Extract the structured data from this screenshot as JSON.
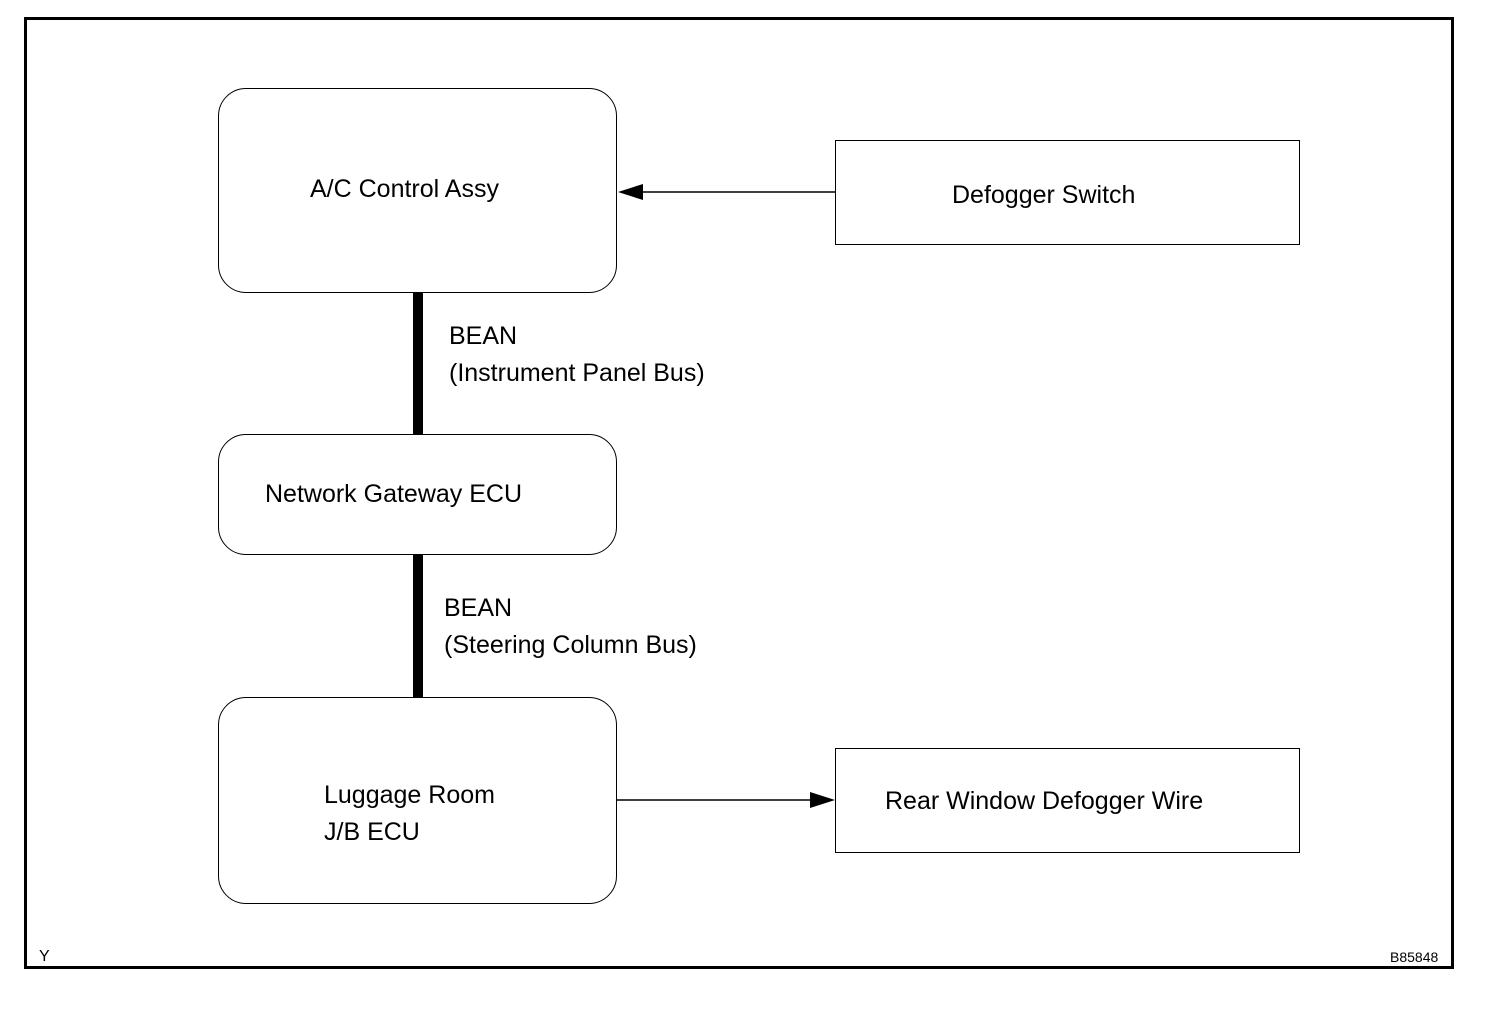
{
  "nodes": {
    "ac_control": {
      "label": "A/C Control Assy"
    },
    "defogger_switch": {
      "label": "Defogger Switch"
    },
    "gateway": {
      "label": "Network Gateway ECU"
    },
    "luggage_jb": {
      "line1": "Luggage Room",
      "line2": "J/B ECU"
    },
    "rear_wire": {
      "label": "Rear Window Defogger Wire"
    }
  },
  "buses": {
    "upper": {
      "line1": "BEAN",
      "line2": "(Instrument Panel Bus)"
    },
    "lower": {
      "line1": "BEAN",
      "line2": "(Steering Column Bus)"
    }
  },
  "edges": [
    {
      "from": "Defogger Switch",
      "to": "A/C Control Assy",
      "type": "signal"
    },
    {
      "from": "A/C Control Assy",
      "to": "Network Gateway ECU",
      "type": "bus",
      "label": "BEAN (Instrument Panel Bus)"
    },
    {
      "from": "Network Gateway ECU",
      "to": "Luggage Room J/B ECU",
      "type": "bus",
      "label": "BEAN (Steering Column Bus)"
    },
    {
      "from": "Luggage Room J/B ECU",
      "to": "Rear Window Defogger Wire",
      "type": "signal"
    }
  ],
  "corner_marks": {
    "left": "Y",
    "right": "B85848"
  }
}
